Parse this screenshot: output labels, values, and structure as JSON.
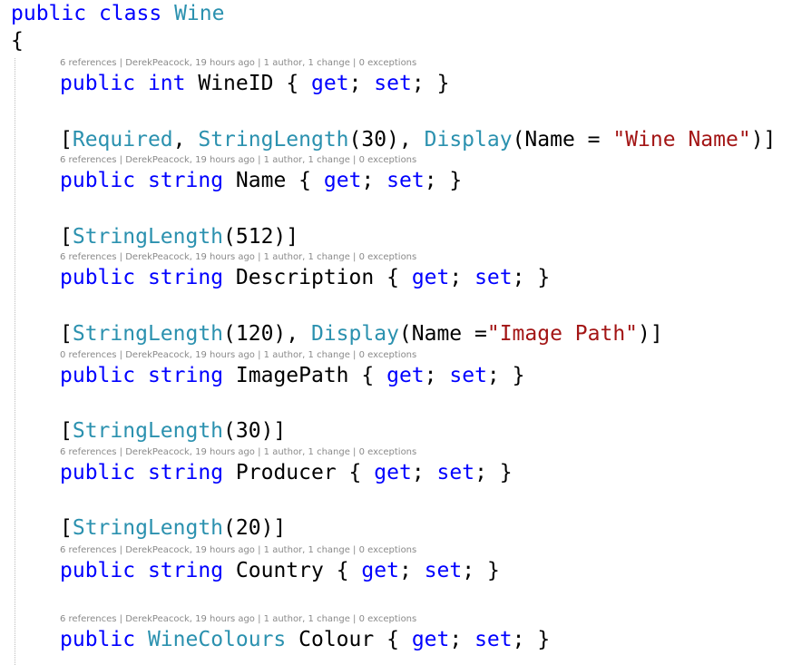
{
  "colors": {
    "keyword": "#0000ff",
    "type": "#2b91af",
    "string": "#a31515",
    "text": "#000000",
    "codelens": "#8a8a8a"
  },
  "code": {
    "class_decl": {
      "kw_public": "public",
      "kw_class": "class",
      "class_name": "Wine"
    },
    "open_brace": "{",
    "sep": " | ",
    "props": [
      {
        "codelens": {
          "references": "6 references",
          "author": "DerekPeacock, 19 hours ago",
          "authors": "1 author, 1 change",
          "exceptions": "0 exceptions"
        },
        "decl": {
          "kw_public": "public",
          "type": "int",
          "name": "WineID",
          "open": "{",
          "get": "get",
          "semi1": ";",
          "set": "set",
          "semi2": ";",
          "close": "}"
        }
      },
      {
        "attr": {
          "open": "[",
          "a1": "Required",
          "c1": ",",
          "a2": "StringLength",
          "a2_args": "(30),",
          "a3": "Display",
          "a3_open": "(Name = ",
          "a3_str": "\"Wine Name\"",
          "close": ")]"
        },
        "codelens": {
          "references": "6 references",
          "author": "DerekPeacock, 19 hours ago",
          "authors": "1 author, 1 change",
          "exceptions": "0 exceptions"
        },
        "decl": {
          "kw_public": "public",
          "type": "string",
          "name": "Name",
          "open": "{",
          "get": "get",
          "semi1": ";",
          "set": "set",
          "semi2": ";",
          "close": "}"
        }
      },
      {
        "attr": {
          "open": "[",
          "a1": "StringLength",
          "a1_args": "(512)",
          "close": "]"
        },
        "codelens": {
          "references": "6 references",
          "author": "DerekPeacock, 19 hours ago",
          "authors": "1 author, 1 change",
          "exceptions": "0 exceptions"
        },
        "decl": {
          "kw_public": "public",
          "type": "string",
          "name": "Description",
          "open": "{",
          "get": "get",
          "semi1": ";",
          "set": "set",
          "semi2": ";",
          "close": "}"
        }
      },
      {
        "attr": {
          "open": "[",
          "a1": "StringLength",
          "a1_args": "(120),",
          "a2": "Display",
          "a2_open": "(Name =",
          "a2_str": "\"Image Path\"",
          "close": ")]"
        },
        "codelens": {
          "references": "0 references",
          "author": "DerekPeacock, 19 hours ago",
          "authors": "1 author, 1 change",
          "exceptions": "0 exceptions"
        },
        "decl": {
          "kw_public": "public",
          "type": "string",
          "name": "ImagePath",
          "open": "{",
          "get": "get",
          "semi1": ";",
          "set": "set",
          "semi2": ";",
          "close": "}"
        }
      },
      {
        "attr": {
          "open": "[",
          "a1": "StringLength",
          "a1_args": "(30)",
          "close": "]"
        },
        "codelens": {
          "references": "6 references",
          "author": "DerekPeacock, 19 hours ago",
          "authors": "1 author, 1 change",
          "exceptions": "0 exceptions"
        },
        "decl": {
          "kw_public": "public",
          "type": "string",
          "name": "Producer",
          "open": "{",
          "get": "get",
          "semi1": ";",
          "set": "set",
          "semi2": ";",
          "close": "}"
        }
      },
      {
        "attr": {
          "open": "[",
          "a1": "StringLength",
          "a1_args": "(20)",
          "close": "]"
        },
        "codelens": {
          "references": "6 references",
          "author": "DerekPeacock, 19 hours ago",
          "authors": "1 author, 1 change",
          "exceptions": "0 exceptions"
        },
        "decl": {
          "kw_public": "public",
          "type": "string",
          "name": "Country",
          "open": "{",
          "get": "get",
          "semi1": ";",
          "set": "set",
          "semi2": ";",
          "close": "}"
        }
      },
      {
        "codelens": {
          "references": "6 references",
          "author": "DerekPeacock, 19 hours ago",
          "authors": "1 author, 1 change",
          "exceptions": "0 exceptions"
        },
        "decl": {
          "kw_public": "public",
          "type": "WineColours",
          "name": "Colour",
          "open": "{",
          "get": "get",
          "semi1": ";",
          "set": "set",
          "semi2": ";",
          "close": "}"
        }
      }
    ]
  }
}
